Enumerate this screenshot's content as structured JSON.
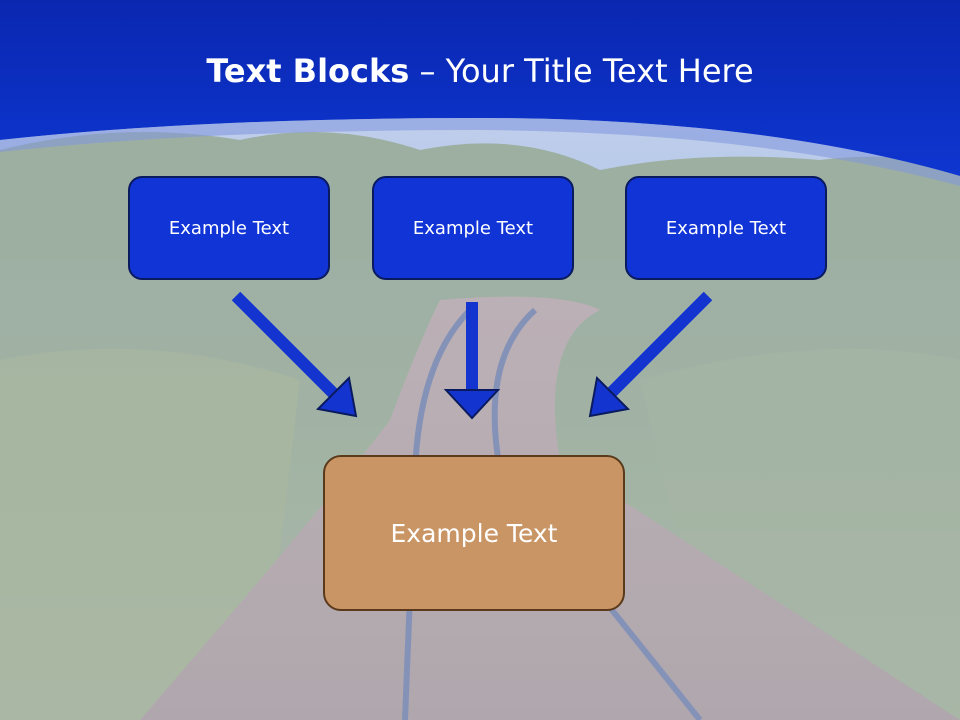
{
  "slide": {
    "title_bold": "Text Blocks",
    "title_dash": " – ",
    "title_rest": "Your Title Text Here"
  },
  "boxes": {
    "top": [
      "Example Text",
      "Example Text",
      "Example Text"
    ],
    "bottom": "Example Text"
  },
  "colors": {
    "header_blue": "#0b2fc4",
    "box_blue": "#1034d6",
    "box_tan": "#c99565",
    "arrow_blue": "#1434cf"
  }
}
